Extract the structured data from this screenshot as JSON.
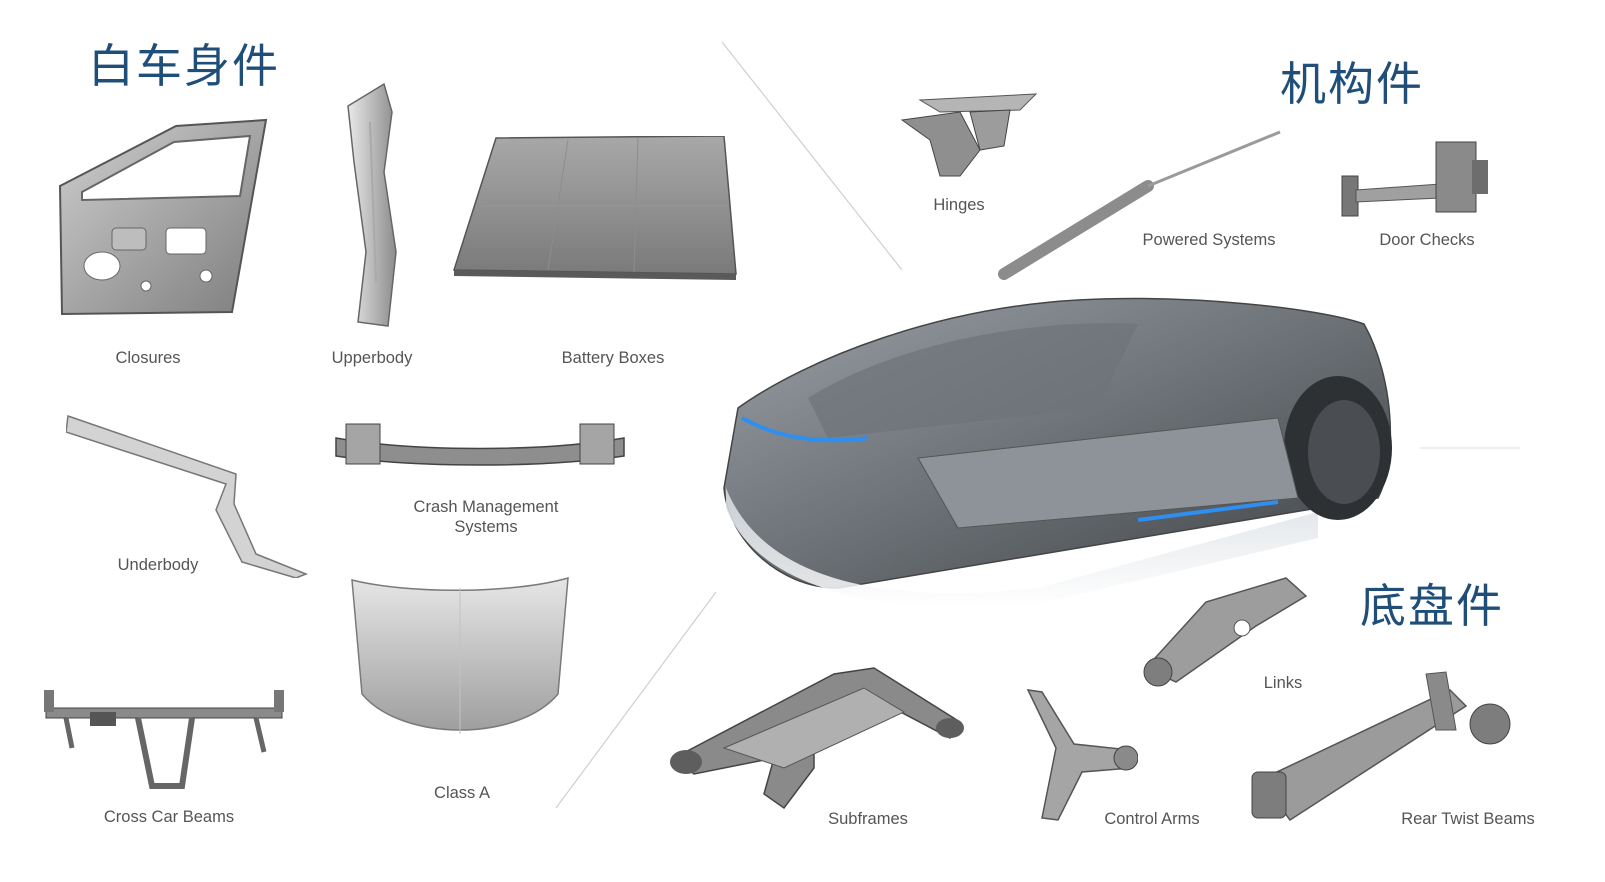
{
  "sections": {
    "body_in_white": "白车身件",
    "mechanisms": "机构件",
    "chassis": "底盘件"
  },
  "parts": {
    "closures": "Closures",
    "upperbody": "Upperbody",
    "battery_boxes": "Battery Boxes",
    "underbody": "Underbody",
    "crash_management": "Crash Management Systems",
    "cross_car_beams": "Cross Car Beams",
    "class_a": "Class A",
    "hinges": "Hinges",
    "powered_systems": "Powered Systems",
    "door_checks": "Door Checks",
    "links": "Links",
    "subframes": "Subframes",
    "control_arms": "Control Arms",
    "rear_twist_beams": "Rear Twist Beams"
  },
  "colors": {
    "title": "#1f4e79",
    "label": "#555555",
    "metal_light": "#d8d8d8",
    "metal_dark": "#6f6f6f",
    "accent_blue": "#2f8ff0"
  }
}
